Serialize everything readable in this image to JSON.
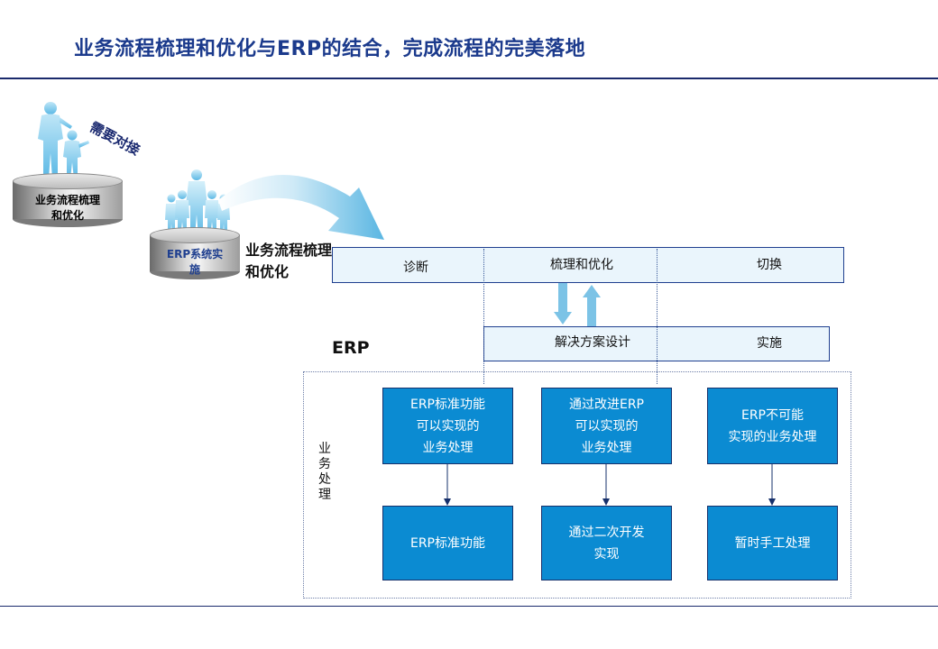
{
  "title": "业务流程梳理和优化与ERP的结合，完成流程的完美落地",
  "left": {
    "cylinder_top_label": [
      "业务流程梳理",
      "和优化"
    ],
    "cylinder_bottom_label": [
      "ERP系统实",
      "施"
    ],
    "need_label": "需要对接",
    "side_label": "业务流程梳理和优化"
  },
  "phases": [
    "诊断",
    "梳理和优化",
    "切换"
  ],
  "solution": [
    "解决方案设计",
    "实施"
  ],
  "erp_label": "ERP",
  "vertical_label": [
    "业",
    "务",
    "处",
    "理"
  ],
  "columns": [
    {
      "top": [
        "ERP标准功能",
        "可以实现的",
        "业务处理"
      ],
      "bottom": [
        "ERP标准功能"
      ]
    },
    {
      "top": [
        "通过改进ERP",
        "可以实现的",
        "业务处理"
      ],
      "bottom": [
        "通过二次开发",
        "实现"
      ]
    },
    {
      "top": [
        "ERP不可能",
        "实现的业务处理"
      ],
      "bottom": [
        "暂时手工处理"
      ]
    }
  ],
  "colors": {
    "title": "#1b3a8c",
    "box_fill": "#0b8bd2",
    "bar_fill": "#eaf5fc",
    "arrow": "#7cc3e6",
    "line": "#1a2a6c"
  },
  "icons": [
    "people-silhouette-icon",
    "team-silhouette-icon",
    "curved-arrow-icon",
    "down-arrow-icon",
    "up-arrow-icon"
  ]
}
